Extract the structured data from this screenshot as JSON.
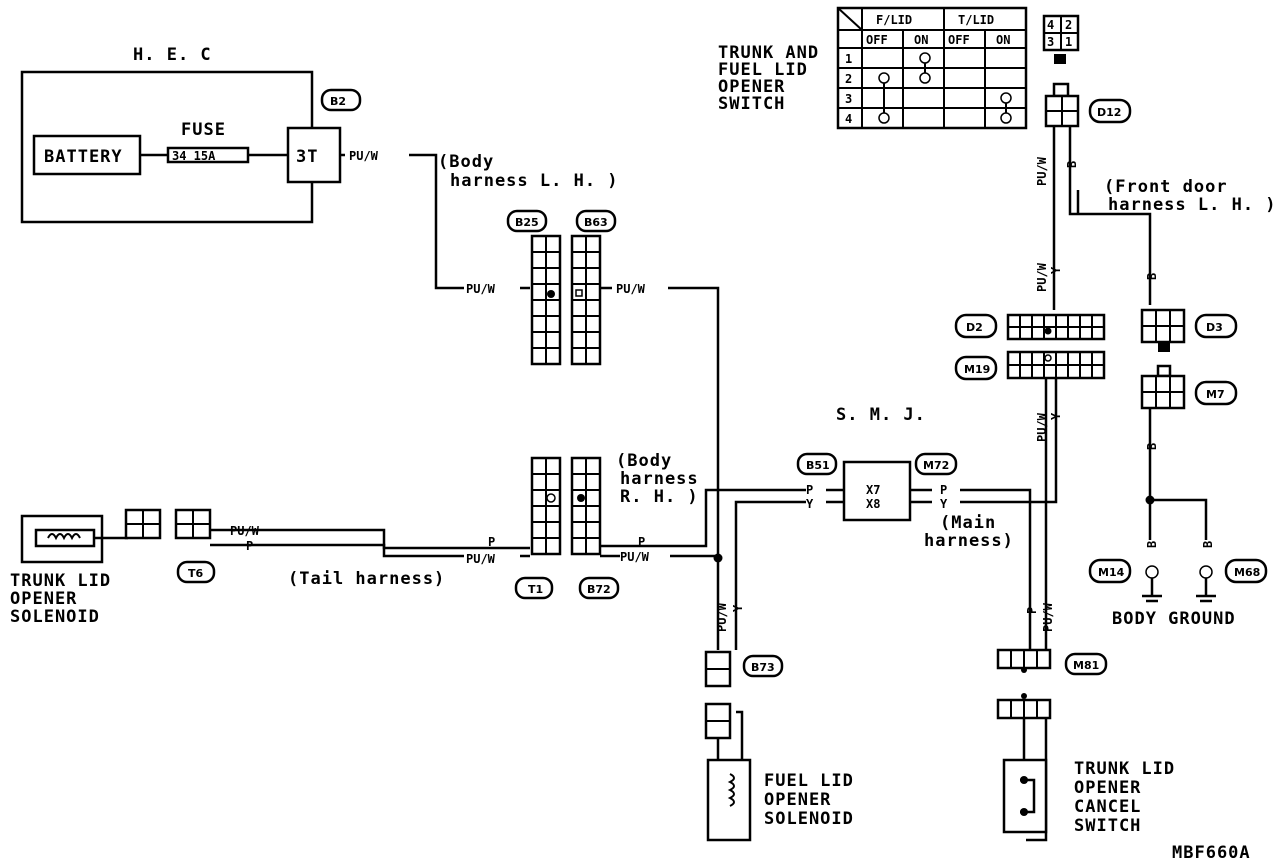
{
  "hec": {
    "title": "H. E. C",
    "battery": "BATTERY",
    "fuse_title": "FUSE",
    "fuse_value": "34 15A",
    "terminal": "3T",
    "connector": "B2"
  },
  "components": {
    "trunk_lid_solenoid": [
      "TRUNK LID",
      "OPENER",
      "SOLENOID"
    ],
    "fuel_lid_solenoid": [
      "FUEL LID",
      "OPENER",
      "SOLENOID"
    ],
    "switch": [
      "TRUNK AND",
      "FUEL LID",
      "OPENER",
      "SWITCH"
    ],
    "cancel_switch": [
      "TRUNK LID",
      "OPENER",
      "CANCEL",
      "SWITCH"
    ],
    "smj": "S. M. J.",
    "body_ground": "BODY GROUND"
  },
  "harness": {
    "body_lh": [
      "(Body",
      "harness L. H. )"
    ],
    "body_rh": [
      "(Body",
      "harness",
      "R. H. )"
    ],
    "tail": "(Tail harness)",
    "main": [
      "(Main",
      "harness)"
    ],
    "front_door": [
      "(Front door",
      "harness L. H. )"
    ]
  },
  "connectors": {
    "b25": "B25",
    "b63": "B63",
    "t1": "T1",
    "b72": "B72",
    "t6": "T6",
    "b51": "B51",
    "m72": "M72",
    "b73": "B73",
    "d12": "D12",
    "d2": "D2",
    "m19": "M19",
    "d3": "D3",
    "m7": "M7",
    "m81": "M81",
    "m14": "M14",
    "m68": "M68"
  },
  "wires": {
    "puw": "PU/W",
    "p": "P",
    "y": "Y",
    "b": "B",
    "smj_x7": "X7",
    "smj_x8": "X8"
  },
  "switch_table": {
    "groups": [
      "F/LID",
      "T/LID"
    ],
    "states": [
      "OFF",
      "ON",
      "OFF",
      "ON"
    ],
    "rows": [
      "1",
      "2",
      "3",
      "4"
    ]
  },
  "pin_numbers": [
    "4",
    "2",
    "3",
    "1"
  ],
  "figure_code": "MBF660A"
}
